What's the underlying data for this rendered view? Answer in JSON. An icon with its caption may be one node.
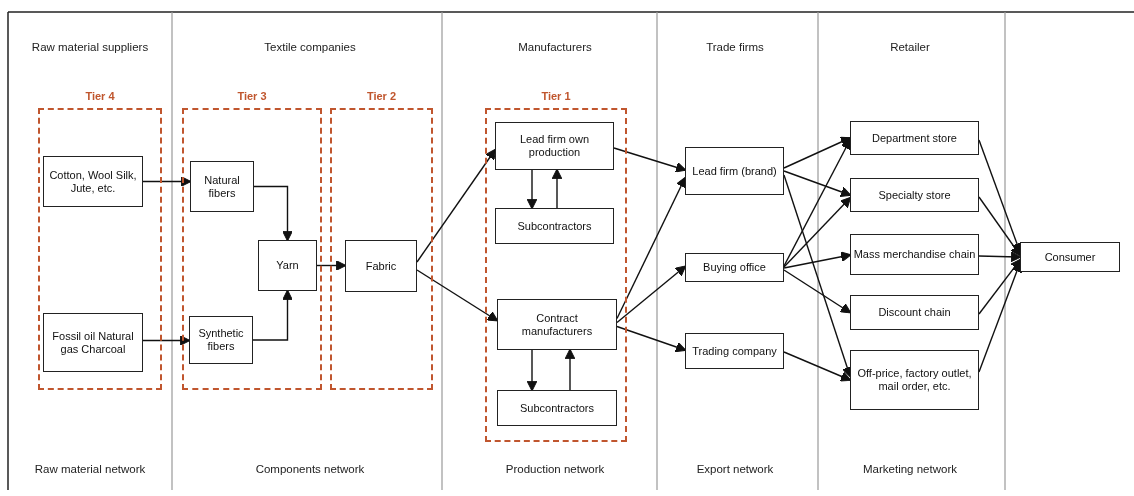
{
  "diagram": {
    "nodes": [
      {
        "text": [
          "Tier 4"
        ]
      },
      {
        "text": [
          "Cotton, Wool Silk, Jute, etc."
        ],
        "in": 0
      },
      {
        "text": [
          "Fossil oil Natural gas Charcoal"
        ],
        "in": 0
      },
      {
        "text": [
          "Tier 3"
        ]
      },
      {
        "text": [
          "Natural fibers"
        ],
        "in": 3
      },
      {
        "text": [
          "Synthetic fibers"
        ],
        "in": 3
      },
      {
        "text": [
          "Yarn"
        ],
        "in": 3
      },
      {
        "text": [
          "Tier 2"
        ]
      },
      {
        "text": [
          "Fabric"
        ],
        "in": 7
      },
      {
        "text": [
          "Tier 1"
        ]
      },
      {
        "text": [
          "Lead firm own production"
        ],
        "in": 9
      },
      {
        "text": [
          "Subcontractors"
        ],
        "in": 9
      },
      {
        "text": [
          "Contract manufacturers"
        ],
        "in": 9
      },
      {
        "text": [
          "Subcontractors"
        ],
        "in": 9
      },
      {
        "text": [
          "Lead firm (brand)"
        ]
      },
      {
        "text": [
          "Buying office"
        ]
      },
      {
        "text": [
          "Trading company"
        ]
      },
      {
        "text": [
          "Department store"
        ]
      },
      {
        "text": [
          "Specialty store"
        ]
      },
      {
        "text": [
          "Mass merchandise chain"
        ]
      },
      {
        "text": [
          "Discount chain"
        ]
      },
      {
        "text": [
          "Off-price, factory outlet, mail order, etc."
        ]
      },
      {
        "text": [
          "Consumer"
        ]
      }
    ],
    "edges": [
      {
        "from": 1,
        "to": 4,
        "arrow": "to"
      },
      {
        "from": 2,
        "to": 5,
        "arrow": "to"
      },
      {
        "from": 4,
        "to": 6,
        "arrow": "to"
      },
      {
        "from": 5,
        "to": 6,
        "arrow": "to"
      },
      {
        "from": 6,
        "to": 8,
        "arrow": "to"
      },
      {
        "from": 8,
        "to": 10,
        "arrow": "to"
      },
      {
        "from": 8,
        "to": 12,
        "arrow": "to"
      },
      {
        "from": 10,
        "to": 11,
        "arrow": "to"
      },
      {
        "from": 11,
        "to": 10,
        "arrow": "to"
      },
      {
        "from": 12,
        "to": 13,
        "arrow": "to"
      },
      {
        "from": 13,
        "to": 12,
        "arrow": "to"
      },
      {
        "from": 10,
        "to": 14,
        "arrow": "to"
      },
      {
        "from": 12,
        "to": 14,
        "arrow": "to"
      },
      {
        "from": 12,
        "to": 15,
        "arrow": "to"
      },
      {
        "from": 12,
        "to": 16,
        "arrow": "to"
      },
      {
        "from": 14,
        "to": 17,
        "arrow": "to"
      },
      {
        "from": 14,
        "to": 18,
        "arrow": "to"
      },
      {
        "from": 14,
        "to": 21,
        "arrow": "to"
      },
      {
        "from": 15,
        "to": 17,
        "arrow": "to"
      },
      {
        "from": 15,
        "to": 18,
        "arrow": "to"
      },
      {
        "from": 15,
        "to": 19,
        "arrow": "to"
      },
      {
        "from": 15,
        "to": 20,
        "arrow": "to"
      },
      {
        "from": 16,
        "to": 21,
        "arrow": "to"
      },
      {
        "from": 17,
        "to": 22,
        "arrow": "to"
      },
      {
        "from": 18,
        "to": 22,
        "arrow": "to"
      },
      {
        "from": 19,
        "to": 22,
        "arrow": "to"
      },
      {
        "from": 20,
        "to": 22,
        "arrow": "to"
      },
      {
        "from": 21,
        "to": 22,
        "arrow": "to"
      }
    ],
    "labels": [
      "Raw material suppliers",
      "Textile companies",
      "Manufacturers",
      "Trade firms",
      "Retailer",
      "Raw material network",
      "Components network",
      "Production network",
      "Export network",
      "Marketing network"
    ]
  }
}
